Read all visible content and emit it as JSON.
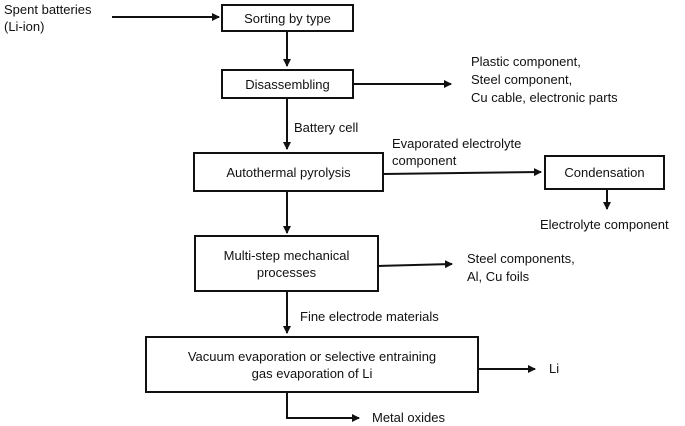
{
  "input": {
    "line1": "Spent batteries",
    "line2": "(Li-ion)"
  },
  "boxes": {
    "sorting": "Sorting by type",
    "disassembling": "Disassembling",
    "pyrolysis": "Autothermal pyrolysis",
    "condensation": "Condensation",
    "mechanical_1": "Multi-step mechanical",
    "mechanical_2": "processes",
    "vacuum_1": "Vacuum evaporation or selective entraining",
    "vacuum_2": "gas evaporation of Li"
  },
  "labels": {
    "battery_cell": "Battery cell",
    "evap_1": "Evaporated electrolyte",
    "evap_2": "component",
    "fine_electrode": "Fine electrode materials"
  },
  "outputs": {
    "dis_1": "Plastic component,",
    "dis_2": "Steel component,",
    "dis_3": "Cu cable, electronic parts",
    "electrolyte": "Electrolyte component",
    "mech_1": "Steel components,",
    "mech_2": "Al, Cu foils",
    "li": "Li",
    "metal_oxides": "Metal oxides"
  }
}
